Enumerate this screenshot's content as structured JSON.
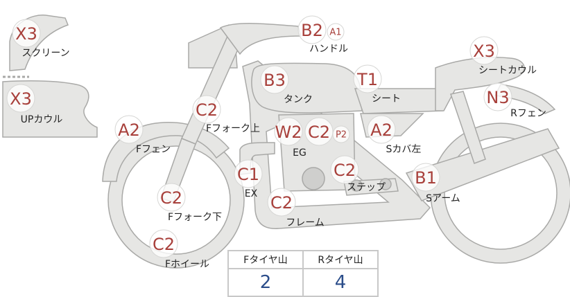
{
  "parts": [
    {
      "code": "X3",
      "label": "スクリーン"
    },
    {
      "code": "X3",
      "label": "UPカウル"
    },
    {
      "code": "A2",
      "label": "Fフェン"
    },
    {
      "code": "C2",
      "label": "Fフォーク上"
    },
    {
      "code": "C2",
      "label": "Fフォーク下"
    },
    {
      "code": "C2",
      "label": "Fホイール"
    },
    {
      "code": "B2",
      "label": "ハンドル"
    },
    {
      "code": "A1",
      "label": ""
    },
    {
      "code": "B3",
      "label": "タンク"
    },
    {
      "code": "T1",
      "label": "シート"
    },
    {
      "code": "X3",
      "label": "シートカウル"
    },
    {
      "code": "N3",
      "label": "Rフェン"
    },
    {
      "code": "W2",
      "label": "EG"
    },
    {
      "code": "C2",
      "label": ""
    },
    {
      "code": "P2",
      "label": ""
    },
    {
      "code": "A2",
      "label": "Sカバ左"
    },
    {
      "code": "C1",
      "label": "EX"
    },
    {
      "code": "C2",
      "label": "ステップ"
    },
    {
      "code": "C2",
      "label": "フレーム"
    },
    {
      "code": "B1",
      "label": "Sアーム"
    }
  ],
  "tread_table": {
    "headers": [
      "Fタイヤ山",
      "Rタイヤ山"
    ],
    "values": [
      "2",
      "4"
    ]
  }
}
